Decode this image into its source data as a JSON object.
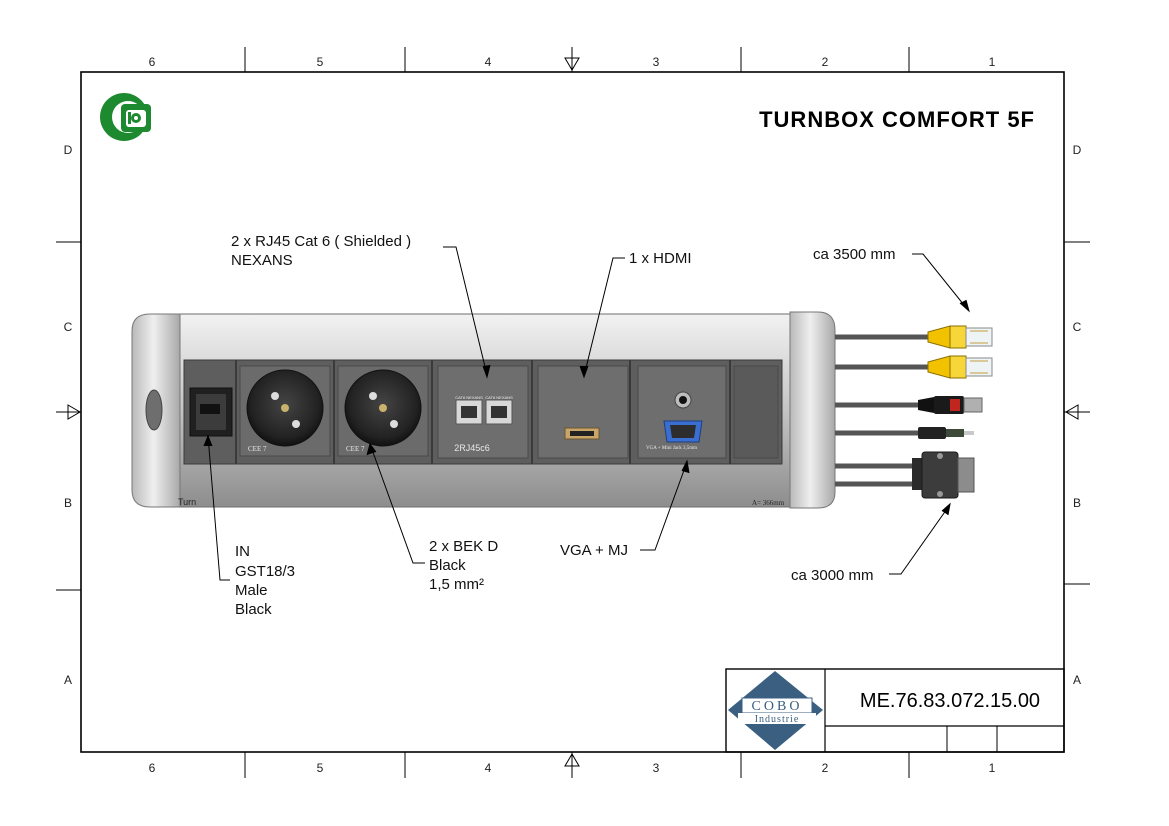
{
  "title": "TURNBOX  COMFORT 5F",
  "drawing_number": "ME.76.83.072.15.00",
  "company_logo": {
    "line1": "COBO",
    "line2": "Industrie"
  },
  "zones": {
    "columns": [
      "6",
      "5",
      "4",
      "3",
      "2",
      "1"
    ],
    "rows": [
      "D",
      "C",
      "B",
      "A"
    ]
  },
  "callouts": {
    "rj45": [
      "2 x RJ45 Cat 6 ( Shielded )",
      "NEXANS"
    ],
    "hdmi": "1 x HDMI",
    "cable_long": "ca 3500 mm",
    "inlet": [
      "IN",
      "GST18/3",
      "Male",
      "Black"
    ],
    "bek": [
      "2 x BEK D",
      "Black",
      "1,5 mm²"
    ],
    "vga": "VGA + MJ",
    "cable_short": "ca 3000 mm"
  },
  "device": {
    "left_tag": "Turn",
    "right_tag": "A= 366mm",
    "rj45_module_label": "2RJ45c6",
    "rj45_port_label": "CAT6 NEXANS",
    "socket_label": "CEE 7",
    "vga_module_label": "VGA + Mini Jack 3,5mm"
  },
  "colors": {
    "frame": "#000000",
    "aluminium": "#c9c9c9",
    "panel": "#5e5e5e",
    "logo_green": "#1e8a2f",
    "logo_blue": "#3b5f80",
    "rj45_yellow": "#f2c200",
    "usb_red": "#c0261d"
  }
}
